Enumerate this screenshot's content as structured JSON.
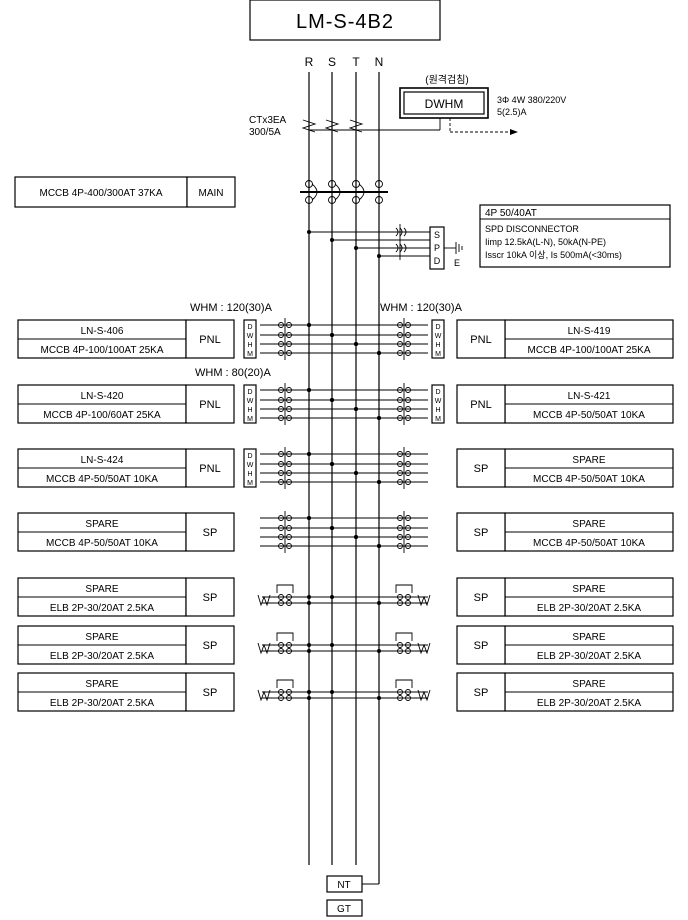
{
  "title": "LM-S-4B2",
  "phases": [
    "R",
    "S",
    "T",
    "N"
  ],
  "remote": {
    "note": "(원격검침)",
    "meter": "DWHM",
    "spec1": "3Φ 4W 380/220V",
    "spec2": "5(2.5)A"
  },
  "ct": {
    "line1": "CTx3EA",
    "line2": "300/5A"
  },
  "main": {
    "breaker": "MCCB 4P-400/300AT 37KA",
    "tag": "MAIN"
  },
  "spd": {
    "line1": "4P 50/40AT",
    "line2": "SPD DISCONNECTOR",
    "line3": "Iimp 12.5kA(L-N), 50kA(N-PE)",
    "line4": "Isscr 10kA 이상, Is 500mA(<30ms)",
    "box_letters": [
      "S",
      "P",
      "D"
    ],
    "ground": "E"
  },
  "whm_labels": {
    "left1": "WHM : 120(30)A",
    "right1": "WHM : 120(30)A",
    "left2": "WHM : 80(20)A"
  },
  "dwhm_letters": [
    "D",
    "W",
    "H",
    "M"
  ],
  "left_feeders": [
    {
      "name": "LN-S-406",
      "breaker": "MCCB 4P-100/100AT 25KA",
      "tag": "PNL"
    },
    {
      "name": "LN-S-420",
      "breaker": "MCCB 4P-100/60AT 25KA",
      "tag": "PNL"
    },
    {
      "name": "LN-S-424",
      "breaker": "MCCB 4P-50/50AT 10KA",
      "tag": "PNL"
    },
    {
      "name": "SPARE",
      "breaker": "MCCB 4P-50/50AT 10KA",
      "tag": "SP"
    },
    {
      "name": "SPARE",
      "breaker": "ELB 2P-30/20AT 2.5KA",
      "tag": "SP"
    },
    {
      "name": "SPARE",
      "breaker": "ELB 2P-30/20AT 2.5KA",
      "tag": "SP"
    },
    {
      "name": "SPARE",
      "breaker": "ELB 2P-30/20AT 2.5KA",
      "tag": "SP"
    }
  ],
  "right_feeders": [
    {
      "name": "LN-S-419",
      "breaker": "MCCB 4P-100/100AT 25KA",
      "tag": "PNL"
    },
    {
      "name": "LN-S-421",
      "breaker": "MCCB 4P-50/50AT 10KA",
      "tag": "PNL"
    },
    {
      "name": "SPARE",
      "breaker": "MCCB 4P-50/50AT 10KA",
      "tag": "SP"
    },
    {
      "name": "SPARE",
      "breaker": "MCCB 4P-50/50AT 10KA",
      "tag": "SP"
    },
    {
      "name": "SPARE",
      "breaker": "ELB 2P-30/20AT 2.5KA",
      "tag": "SP"
    },
    {
      "name": "SPARE",
      "breaker": "ELB 2P-30/20AT 2.5KA",
      "tag": "SP"
    },
    {
      "name": "SPARE",
      "breaker": "ELB 2P-30/20AT 2.5KA",
      "tag": "SP"
    }
  ],
  "neutral_terminal": "NT",
  "ground_terminal": "GT"
}
